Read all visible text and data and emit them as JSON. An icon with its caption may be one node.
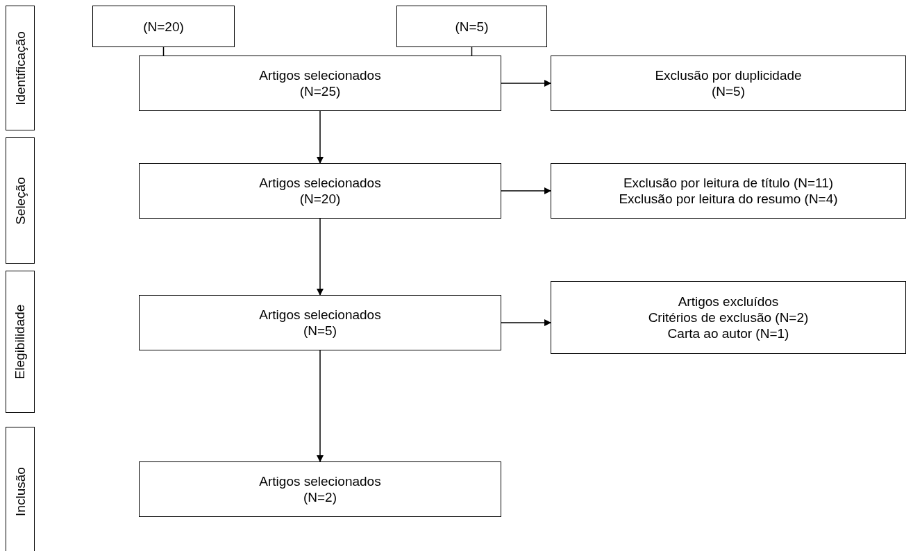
{
  "diagram": {
    "nodes": [
      {
        "text": [
          "Identificação"
        ]
      },
      {
        "text": [
          "(N=20)"
        ]
      },
      {
        "text": [
          "(N=5)"
        ]
      },
      {
        "text": [
          "Artigos selecionados",
          "(N=25)"
        ]
      },
      {
        "text": [
          "Exclusão por duplicidade",
          "(N=5)"
        ]
      },
      {
        "text": [
          "Seleção"
        ]
      },
      {
        "text": [
          "Artigos selecionados",
          "(N=20)"
        ]
      },
      {
        "text": [
          "Exclusão por leitura de título (N=11)",
          "Exclusão por leitura do resumo (N=4)"
        ]
      },
      {
        "text": [
          "Elegibilidade"
        ]
      },
      {
        "text": [
          "Artigos selecionados",
          "(N=5)"
        ]
      },
      {
        "text": [
          "Artigos excluídos",
          "Critérios de exclusão (N=2)",
          "Carta ao autor (N=1)"
        ]
      },
      {
        "text": [
          "Inclusão"
        ]
      },
      {
        "text": [
          "Artigos selecionados",
          "(N=2)"
        ]
      }
    ],
    "edges": [
      {
        "from": 1,
        "to": 3,
        "arrow": "none"
      },
      {
        "from": 2,
        "to": 3,
        "arrow": "none"
      },
      {
        "from": 3,
        "to": 4,
        "arrow": "to"
      },
      {
        "from": 3,
        "to": 6,
        "arrow": "to"
      },
      {
        "from": 6,
        "to": 7,
        "arrow": "to"
      },
      {
        "from": 6,
        "to": 9,
        "arrow": "to"
      },
      {
        "from": 9,
        "to": 10,
        "arrow": "to"
      },
      {
        "from": 9,
        "to": 12,
        "arrow": "to"
      }
    ]
  }
}
